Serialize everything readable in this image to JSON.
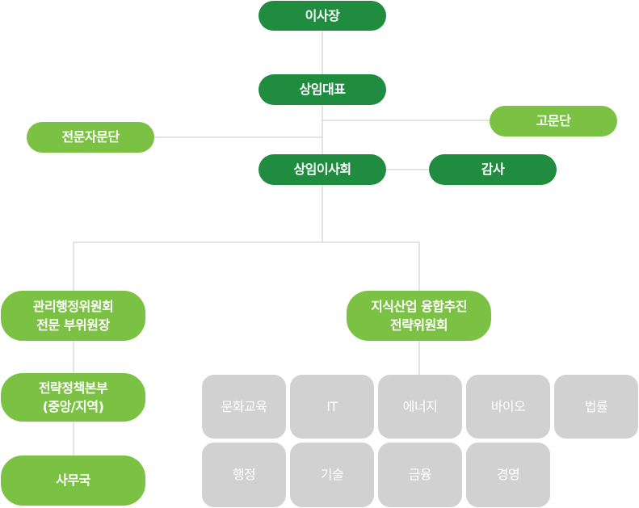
{
  "org": {
    "chairman": "이사장",
    "ceo": "상임대표",
    "advisory": "고문단",
    "experts": "전문자문단",
    "standing_board": "상임이사회",
    "audit": "감사",
    "admin_committee": "관리행정위원회\n전문 부위원장",
    "strategy_committee": "지식산업 융합추진\n전략위원회",
    "strategy_hq": "전략정책본부\n(중앙/지역)",
    "secretariat": "사무국",
    "fields": [
      "문화교육",
      "IT",
      "에너지",
      "바이오",
      "법률",
      "행정",
      "기술",
      "금융",
      "경영"
    ]
  },
  "colors": {
    "dark_green": "#1f8c40",
    "light_green": "#7bc143",
    "field_gray": "#d1d1d1",
    "connector": "#c8c8c8"
  }
}
